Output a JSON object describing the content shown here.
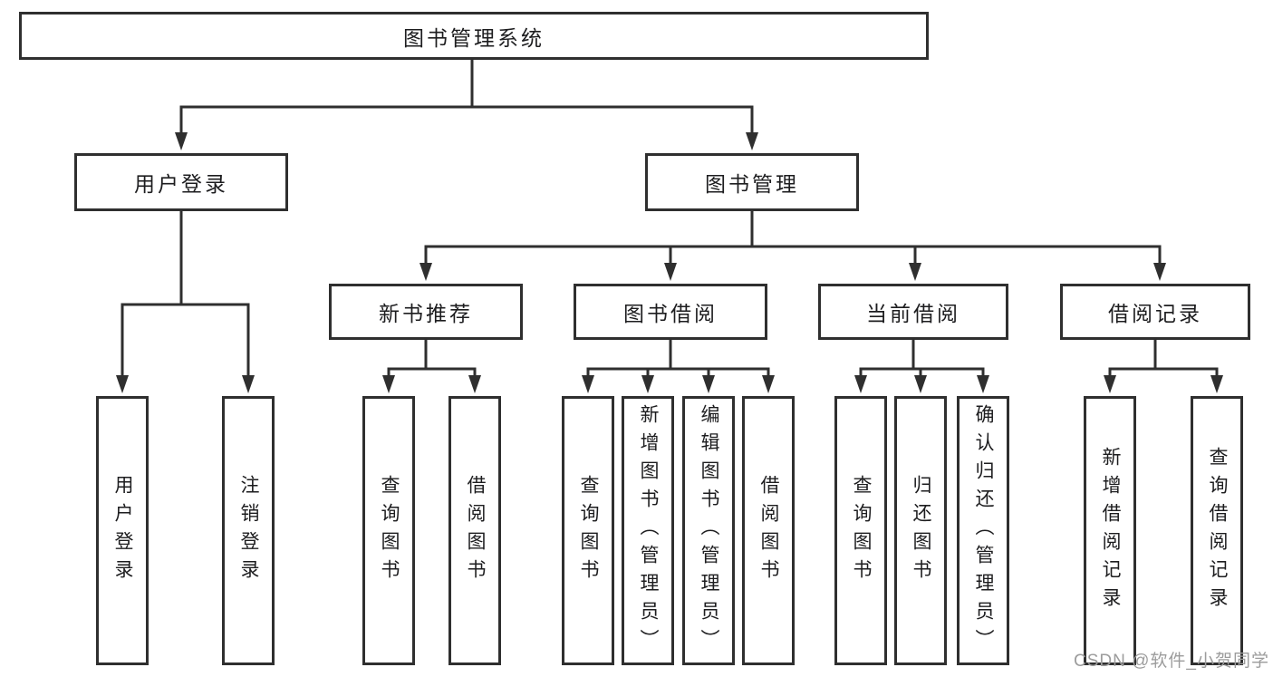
{
  "diagram_type": "hierarchy-tree",
  "colors": {
    "background": "#ffffff",
    "line": "#2f2f2f",
    "box_border": "#2f2f2f",
    "text": "#1d1d1f",
    "watermark": "#9c9c9c"
  },
  "watermark": "CSDN @软件_小贺同学",
  "tree": {
    "label": "图书管理系统",
    "children": [
      {
        "label": "用户登录",
        "children": [
          {
            "label": "用户登录"
          },
          {
            "label": "注销登录"
          }
        ]
      },
      {
        "label": "图书管理",
        "children": [
          {
            "label": "新书推荐",
            "children": [
              {
                "label": "查询图书"
              },
              {
                "label": "借阅图书"
              }
            ]
          },
          {
            "label": "图书借阅",
            "children": [
              {
                "label": "查询图书"
              },
              {
                "label": "新增图书（管理员）"
              },
              {
                "label": "编辑图书（管理员）"
              },
              {
                "label": "借阅图书"
              }
            ]
          },
          {
            "label": "当前借阅",
            "children": [
              {
                "label": "查询图书"
              },
              {
                "label": "归还图书"
              },
              {
                "label": "确认归还（管理员）"
              }
            ]
          },
          {
            "label": "借阅记录",
            "children": [
              {
                "label": "新增借阅记录"
              },
              {
                "label": "查询借阅记录"
              }
            ]
          }
        ]
      }
    ]
  }
}
